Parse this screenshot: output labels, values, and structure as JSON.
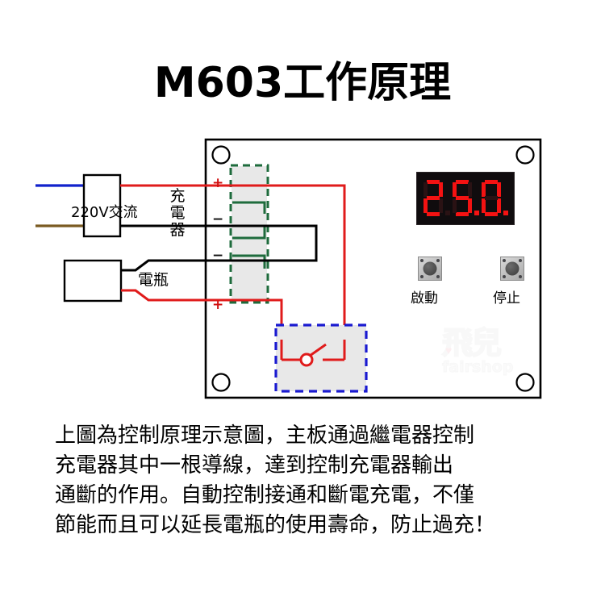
{
  "page": {
    "background": "#ffffff",
    "title": "M603工作原理"
  },
  "diagram": {
    "board": {
      "name": "controller-board",
      "fill": "#ffffff",
      "stroke": "#000000",
      "mounting_holes": 4
    },
    "ac_input": {
      "label": "220V交流",
      "live_wire_color": "#1122cc",
      "neutral_wire_color": "#7a5a22"
    },
    "charger_box": {
      "label": "充電器",
      "label_lines": [
        "充",
        "電",
        "器"
      ]
    },
    "battery_box": {
      "label": "電瓶"
    },
    "terminal_block": {
      "highlight_color": "#1e6b3c",
      "highlight_style": "dashed",
      "terminals": [
        {
          "sign": "+",
          "polarity": "positive",
          "wire_color": "#e01b1b"
        },
        {
          "sign": "−",
          "polarity": "negative",
          "wire_color": "#000000"
        },
        {
          "sign": "−",
          "polarity": "negative",
          "wire_color": "#000000"
        },
        {
          "sign": "+",
          "polarity": "positive",
          "wire_color": "#e01b1b"
        }
      ]
    },
    "relay_region": {
      "highlight_color": "#1a1ad0",
      "highlight_style": "dashed",
      "symbol": "open-switch-contact",
      "wire_color": "#e01b1b"
    },
    "wires": {
      "positive_color": "#e01b1b",
      "negative_color": "#000000",
      "ac_live_color": "#1122cc",
      "ac_neutral_color": "#7a5a22"
    }
  },
  "led_display": {
    "name": "temperature-readout",
    "value": "25.0",
    "digits": [
      "2",
      "5",
      "0"
    ],
    "decimal_after_digit": 2,
    "segment_on_color": "#f41212",
    "segment_off_color": "#2a1214",
    "background": "#100c0e"
  },
  "buttons": [
    {
      "name": "start-button",
      "label": "啟動"
    },
    {
      "name": "stop-button",
      "label": "停止"
    }
  ],
  "watermark": {
    "mark": "飛兒",
    "text": "fairshop",
    "heart": "♥"
  },
  "body_text": {
    "lines": [
      "上圖為控制原理示意圖，主板通過繼電器控制",
      "充電器其中一根導線，達到控制充電器輸出",
      "通斷的作用。自動控制接通和斷電充電，不僅",
      "節能而且可以延長電瓶的使用壽命，防止過充！"
    ]
  }
}
